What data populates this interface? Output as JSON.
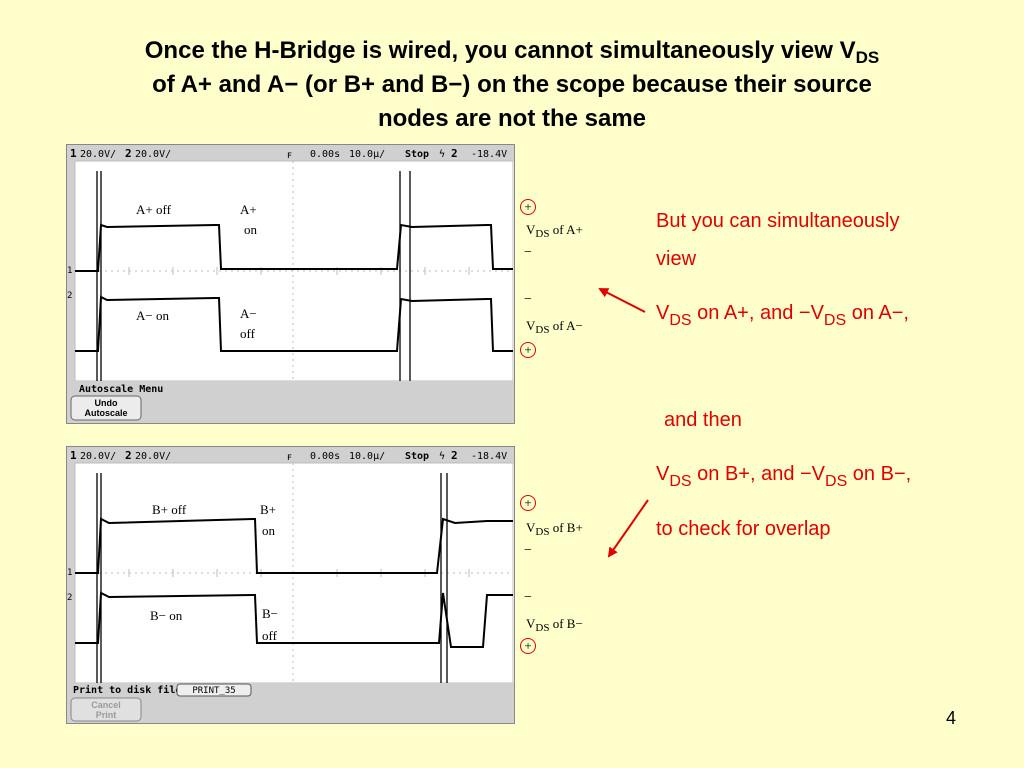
{
  "title": {
    "line1_pre": "Once the H-Bridge is wired, you cannot simultaneously view V",
    "line1_sub": "DS",
    "line2": "of A+ and A− (or B+ and B−) on the scope because their source",
    "line3": "nodes are not the same"
  },
  "scope_top": {
    "status": {
      "ch1_num": "1",
      "ch1": "20.0V/",
      "ch2_num": "2",
      "ch2": "20.0V/",
      "time": "0.00s",
      "timediv": "10.0µ/",
      "mode": "Stop",
      "trig": "2",
      "level": "-18.4V"
    },
    "softkey_header": "Autoscale  Menu",
    "button_line1": "Undo",
    "button_line2": "Autoscale",
    "labels": {
      "upper_left": "A+ off",
      "upper_right_1": "A+",
      "upper_right_2": "on",
      "lower_left": "A− on",
      "lower_right_1": "A−",
      "lower_right_2": "off"
    },
    "side": {
      "plus_top": "+",
      "v1": "V",
      "v1_sub": "DS",
      "v1_post": " of A+",
      "minus_1": "−",
      "minus_2": "−",
      "v2": "V",
      "v2_sub": "DS",
      "v2_post": " of A−",
      "plus_bottom": "+"
    }
  },
  "scope_bottom": {
    "status": {
      "ch1_num": "1",
      "ch1": "20.0V/",
      "ch2_num": "2",
      "ch2": "20.0V/",
      "time": "0.00s",
      "timediv": "10.0µ/",
      "mode": "Stop",
      "trig": "2",
      "level": "-18.4V"
    },
    "softkey_header": "Print  to  disk  file:",
    "file_name": "PRINT_35",
    "button_line1": "Cancel",
    "button_line2": "Print",
    "labels": {
      "upper_left": "B+ off",
      "upper_right_1": "B+",
      "upper_right_2": "on",
      "lower_left": "B− on",
      "lower_right_1": "B−",
      "lower_right_2": "off"
    },
    "side": {
      "plus_top": "+",
      "v1": "V",
      "v1_sub": "DS",
      "v1_post": " of B+",
      "minus_1": "−",
      "minus_2": "−",
      "v2": "V",
      "v2_sub": "DS",
      "v2_post": " of B−",
      "plus_bottom": "+"
    }
  },
  "right_text": {
    "line1": "But you can simultaneously",
    "line2": "view",
    "l3_a": "V",
    "l3_sub1": "DS",
    "l3_b": " on A+, and −V",
    "l3_sub2": "DS",
    "l3_c": " on A−,",
    "line4": "and then",
    "l5_a": "V",
    "l5_sub1": "DS",
    "l5_b": " on B+, and −V",
    "l5_sub2": "DS",
    "l5_c": " on B−,",
    "line6": "to check for overlap"
  },
  "page_number": "4",
  "colors": {
    "background": "#ffffcc",
    "accent_red": "#e00000",
    "scope_bg": "#ffffff",
    "scope_frame": "#d0d0d0"
  }
}
